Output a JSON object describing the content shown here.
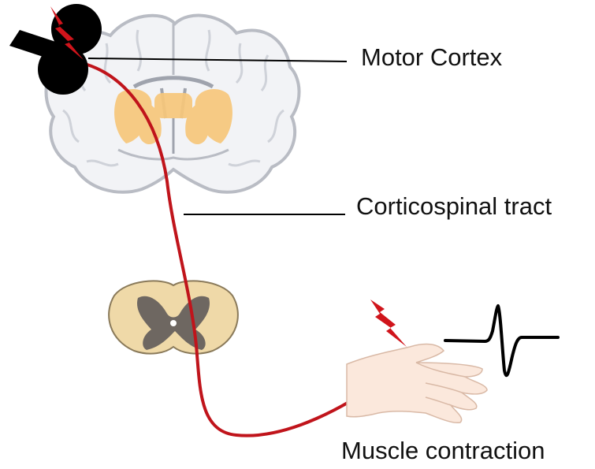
{
  "labels": {
    "motor_cortex": "Motor Cortex",
    "corticospinal_tract": "Corticospinal tract",
    "muscle_contraction": "Muscle contraction"
  },
  "colors": {
    "pathway": "#c0141b",
    "lightning": "#d0141b",
    "coil": "#000000",
    "brain_outline": "#b9bcc4",
    "brain_fill": "#f2f3f6",
    "basal_ganglia": "#f7c77b",
    "spinal_cord_white": "#efd9a8",
    "spinal_cord_grey": "#6e6761",
    "skin": "#fbe8dc",
    "emg_trace": "#000000"
  },
  "icons": {
    "coil": "tms-coil-icon",
    "stimulus": "lightning-icon",
    "brain": "brain-coronal-section",
    "spinal_cord": "spinal-cord-cross-section",
    "hand": "hand-icon",
    "emg": "emg-waveform"
  }
}
